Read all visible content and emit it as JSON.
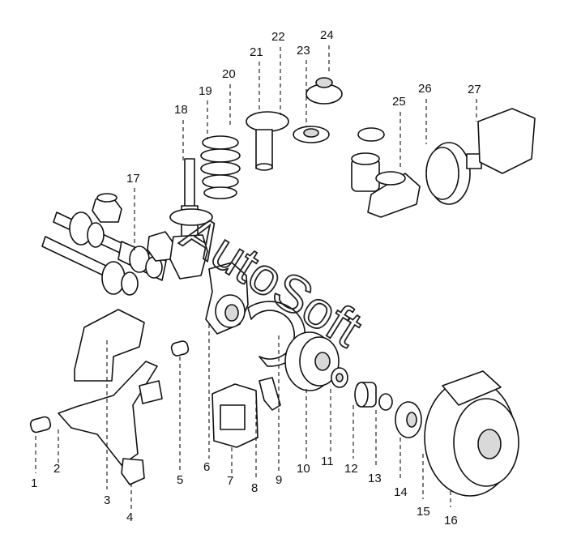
{
  "watermark": "AutoSoft",
  "callouts": [
    "1",
    "2",
    "3",
    "4",
    "5",
    "6",
    "7",
    "8",
    "9",
    "10",
    "11",
    "12",
    "13",
    "14",
    "15",
    "16",
    "17",
    "18",
    "19",
    "20",
    "21",
    "22",
    "23",
    "24",
    "25",
    "26",
    "27"
  ],
  "colors": {
    "line": "#111111",
    "background": "#ffffff"
  }
}
